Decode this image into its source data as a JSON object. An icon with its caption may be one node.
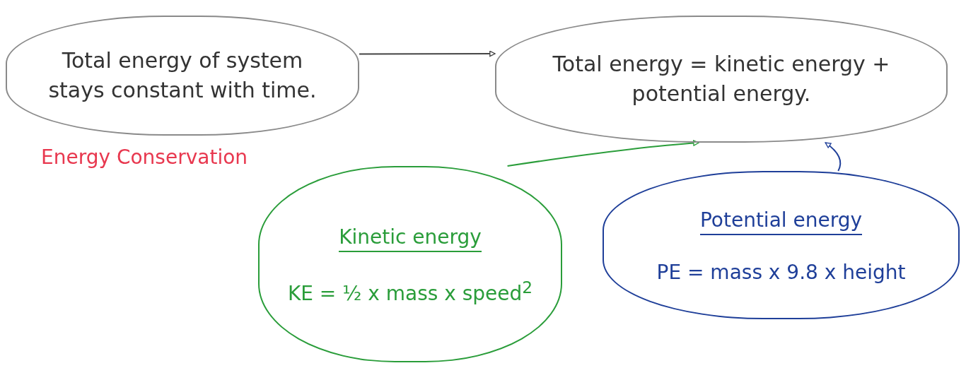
{
  "diagram": {
    "nodes": [
      {
        "text": [
          "Total energy of system stays constant with time."
        ],
        "beside": [
          "Energy Conservation"
        ]
      },
      {
        "text": [
          "Total energy = kinetic energy + potential energy."
        ]
      },
      {
        "text": [
          "Kinetic energy",
          "KE = ½ x mass x speed$^{2}$"
        ]
      },
      {
        "text": [
          "Potential energy",
          "PE = mass x 9.8 x height"
        ]
      }
    ],
    "edges": [
      {
        "from": 0,
        "to": 1,
        "arrow": "to"
      },
      {
        "from": 2,
        "to": 1,
        "arrow": "to",
        "color": "#2a9d3a"
      },
      {
        "from": 3,
        "to": 1,
        "arrow": "to",
        "color": "#1f3f99"
      }
    ]
  }
}
